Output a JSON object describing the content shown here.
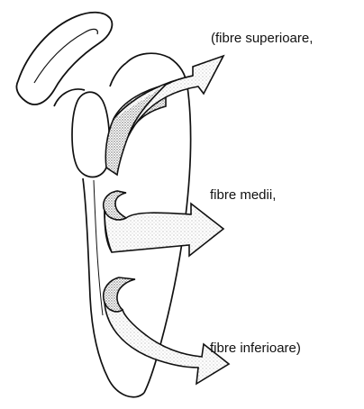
{
  "labels": {
    "superior": "(fibre superioare,",
    "medii": "fibre medii,",
    "inferior": "fibre inferioare)"
  },
  "colors": {
    "ink": "#111111",
    "stipple": "#9a9a9a",
    "background": "#ffffff"
  }
}
